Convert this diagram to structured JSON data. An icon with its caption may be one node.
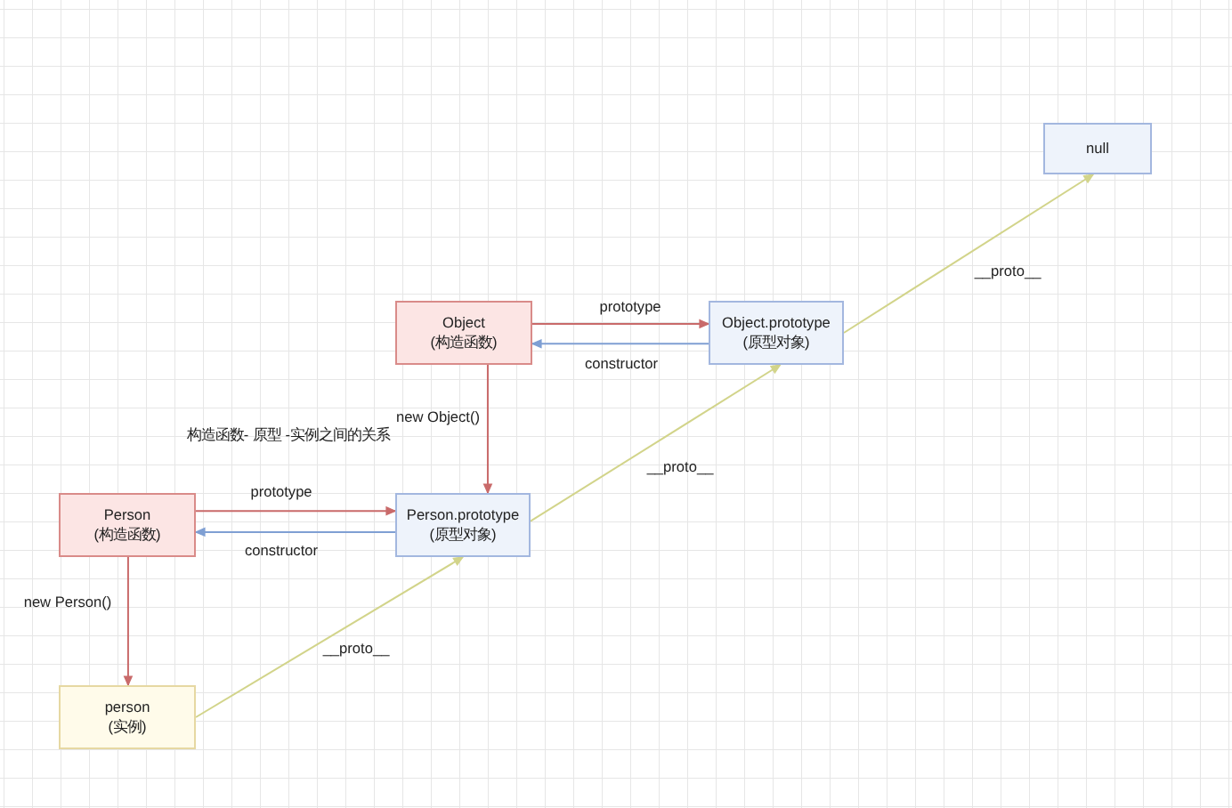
{
  "diagram": {
    "nodes": [
      {
        "text": [
          "null"
        ]
      },
      {
        "text": [
          "Object (构造函数)"
        ]
      },
      {
        "text": [
          "Object.prototype (原型对象)"
        ]
      },
      {
        "text": [
          "Person (构造函数)"
        ]
      },
      {
        "text": [
          "Person.prototype (原型对象)"
        ]
      },
      {
        "text": [
          "person (实例)"
        ]
      }
    ],
    "edges": [
      {
        "from": 1,
        "to": 2,
        "arrow": "to",
        "label": "prototype"
      },
      {
        "from": 2,
        "to": 1,
        "arrow": "to",
        "label": "constructor",
        "color": "#7f9fd3"
      },
      {
        "from": 1,
        "to": 4,
        "arrow": "to",
        "label": "new Object()"
      },
      {
        "from": 3,
        "to": 4,
        "arrow": "to",
        "label": "prototype"
      },
      {
        "from": 4,
        "to": 3,
        "arrow": "to",
        "label": "constructor",
        "color": "#7f9fd3"
      },
      {
        "from": 3,
        "to": 5,
        "arrow": "to",
        "label": "new Person()"
      },
      {
        "from": 5,
        "to": 4,
        "arrow": "to",
        "label": "__proto__",
        "color": "#d2d48a"
      },
      {
        "from": 4,
        "to": 2,
        "arrow": "to",
        "label": "__proto__",
        "color": "#d2d48a"
      },
      {
        "from": 2,
        "to": 0,
        "arrow": "to",
        "label": "__proto__",
        "color": "#d2d48a"
      }
    ],
    "labels": [
      "构造函数- 原型 -实例之间的关系"
    ]
  }
}
